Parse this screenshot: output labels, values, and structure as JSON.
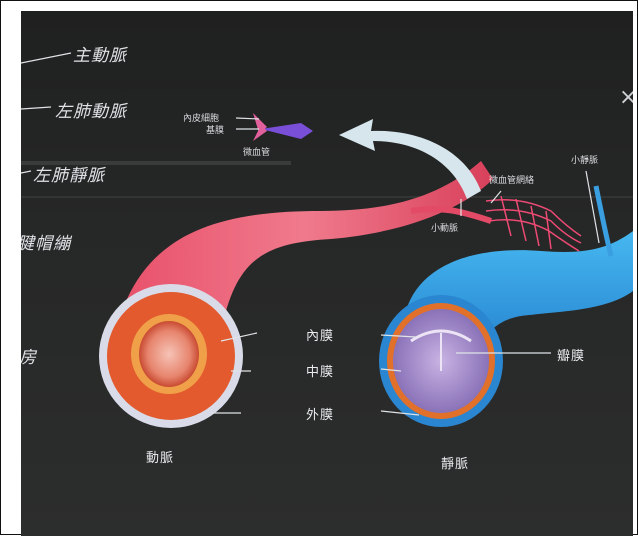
{
  "labels": {
    "aorta": "主動脈",
    "pulmonary_artery": "左肺動脈",
    "pulmonary_vein": "左肺靜脈",
    "chordae": "腱帽繃",
    "atrium": "房",
    "endothelial": "內皮細胞",
    "basement": "基膜",
    "capillary": "微血管",
    "capillary_network": "微血管網絡",
    "venule": "小靜脈",
    "arteriole": "小動脈",
    "intima": "內膜",
    "media": "中膜",
    "adventitia": "外膜",
    "valve": "瓣膜",
    "artery": "動脈",
    "vein": "靜脈"
  },
  "close_glyph": "×"
}
